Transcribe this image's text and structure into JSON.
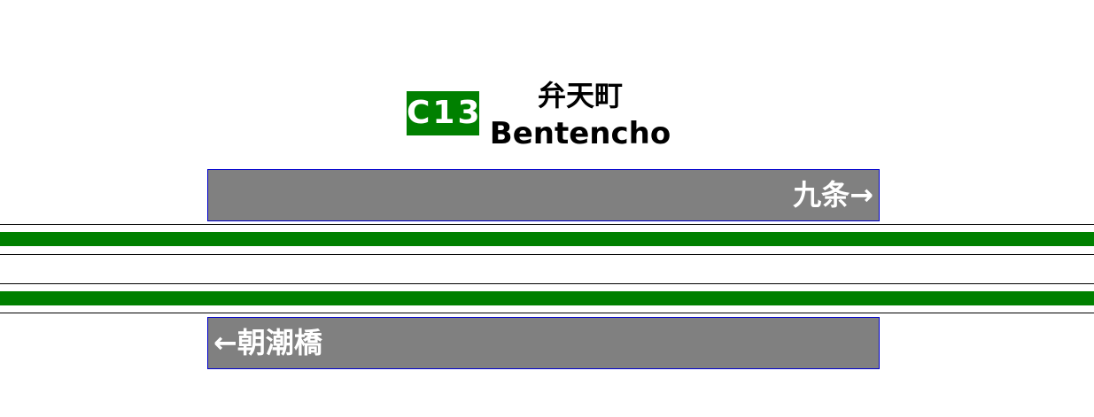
{
  "station": {
    "code": "C13",
    "name_ja": "弁天町",
    "name_en": "Bentencho",
    "line_color": "#008000"
  },
  "platforms": {
    "upper": {
      "direction_label": "九条→"
    },
    "lower": {
      "direction_label": "←朝潮橋"
    }
  },
  "colors": {
    "platform_fill": "#808080",
    "platform_border": "#0000cc",
    "track": "#008000"
  }
}
